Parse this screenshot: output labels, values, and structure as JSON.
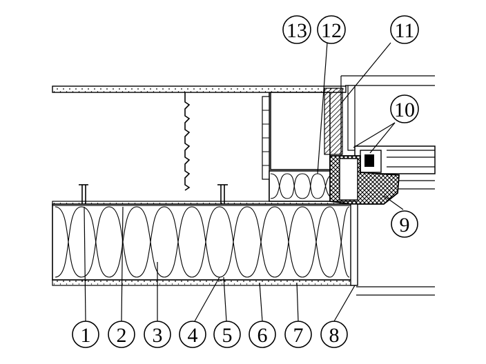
{
  "diagram": {
    "callouts": [
      {
        "label": "1"
      },
      {
        "label": "2"
      },
      {
        "label": "3"
      },
      {
        "label": "4"
      },
      {
        "label": "5"
      },
      {
        "label": "6"
      },
      {
        "label": "7"
      },
      {
        "label": "8"
      },
      {
        "label": "9"
      },
      {
        "label": "10"
      },
      {
        "label": "11"
      },
      {
        "label": "12"
      },
      {
        "label": "13"
      }
    ],
    "line_color": "#000000",
    "background": "#ffffff"
  }
}
